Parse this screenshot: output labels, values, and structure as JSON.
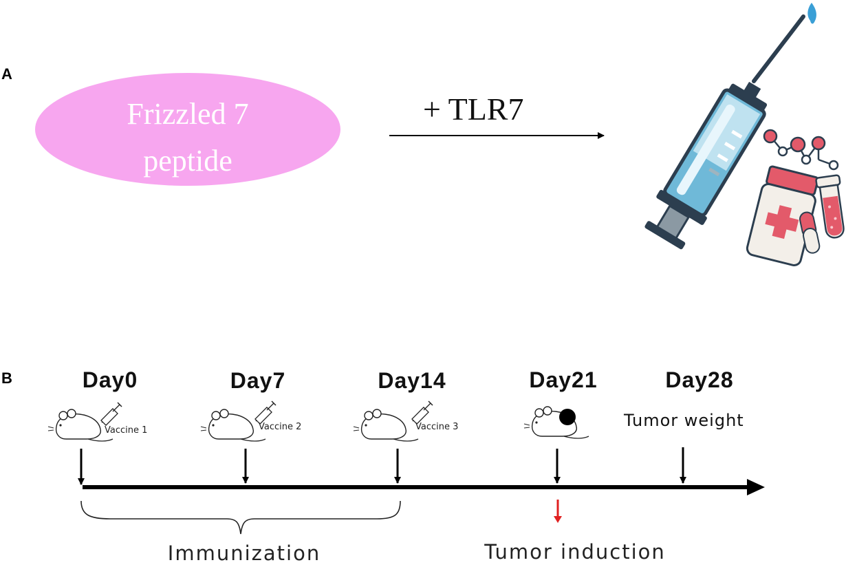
{
  "panel_a": {
    "label": "A",
    "peptide_line1": "Frizzled 7",
    "peptide_line2": "peptide",
    "adjuvant": "+ TLR7",
    "colors": {
      "peptide_fill": "#f7a6ef",
      "syringe_barrel": "#6fb9d8",
      "drop": "#3a9fd6",
      "bottle": "#e35a6a"
    },
    "icons": [
      "syringe-icon",
      "molecule-icon",
      "medicine-bottle-icon",
      "capsule-icon",
      "test-tube-icon"
    ]
  },
  "panel_b": {
    "label": "B",
    "days": [
      "Day0",
      "Day7",
      "Day14",
      "Day21",
      "Day28"
    ],
    "vaccines": [
      "Vaccine 1",
      "Vaccine 2",
      "Vaccine 3"
    ],
    "endpoint": "Tumor weight",
    "phase_immunization": "Immunization",
    "phase_tumor": "Tumor induction",
    "colors": {
      "tumor_arrow": "#e02020",
      "timeline": "#000000"
    },
    "icons": [
      "mouse-icon",
      "small-syringe-icon",
      "tumor-mouse-icon"
    ]
  }
}
